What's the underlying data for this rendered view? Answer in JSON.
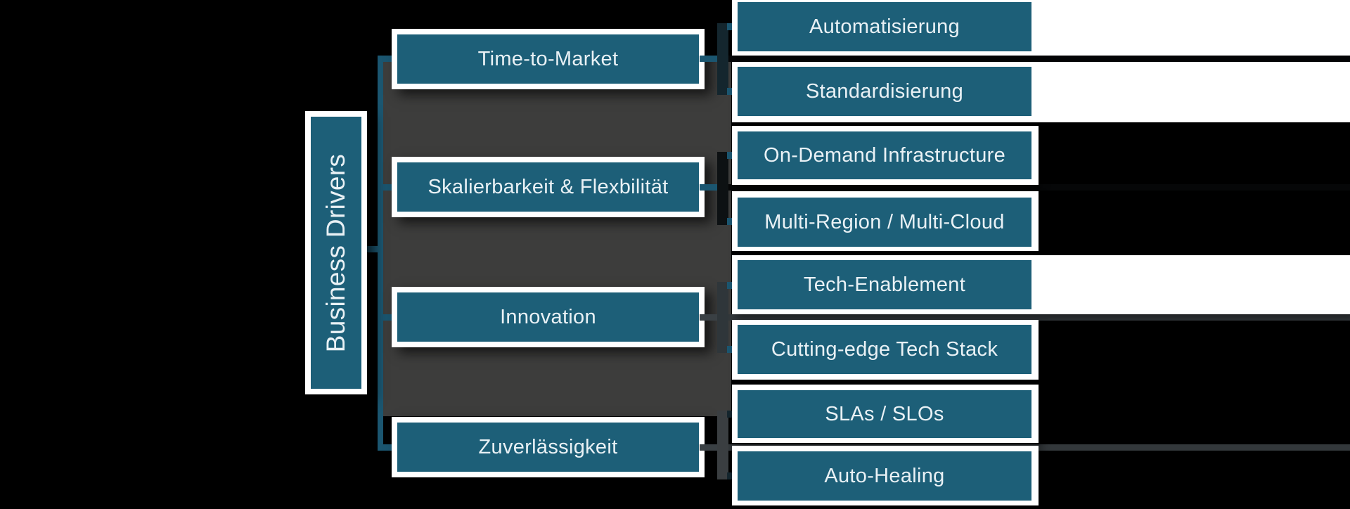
{
  "diagram": {
    "root_label": "Business Drivers",
    "drivers": [
      {
        "label": "Time-to-Market",
        "children": [
          "Automatisierung",
          "Standardisierung"
        ]
      },
      {
        "label": "Skalierbarkeit & Flexbilität",
        "children": [
          "On-Demand Infrastructure",
          "Multi-Region / Multi-Cloud"
        ]
      },
      {
        "label": "Innovation",
        "children": [
          "Tech-Enablement",
          "Cutting-edge Tech Stack"
        ]
      },
      {
        "label": "Zuverlässigkeit",
        "children": [
          "SLAs / SLOs",
          "Auto-Healing"
        ]
      }
    ]
  },
  "colors": {
    "bg": "#000000",
    "panel": "#3d3d3c",
    "teal": "#1d5f78",
    "card": "#ffffff",
    "text": "#e9f1f5",
    "connector": "#1b5670",
    "connector-dark": "#3a4044",
    "band-black": "#060708",
    "band-gray": "#33383b"
  }
}
